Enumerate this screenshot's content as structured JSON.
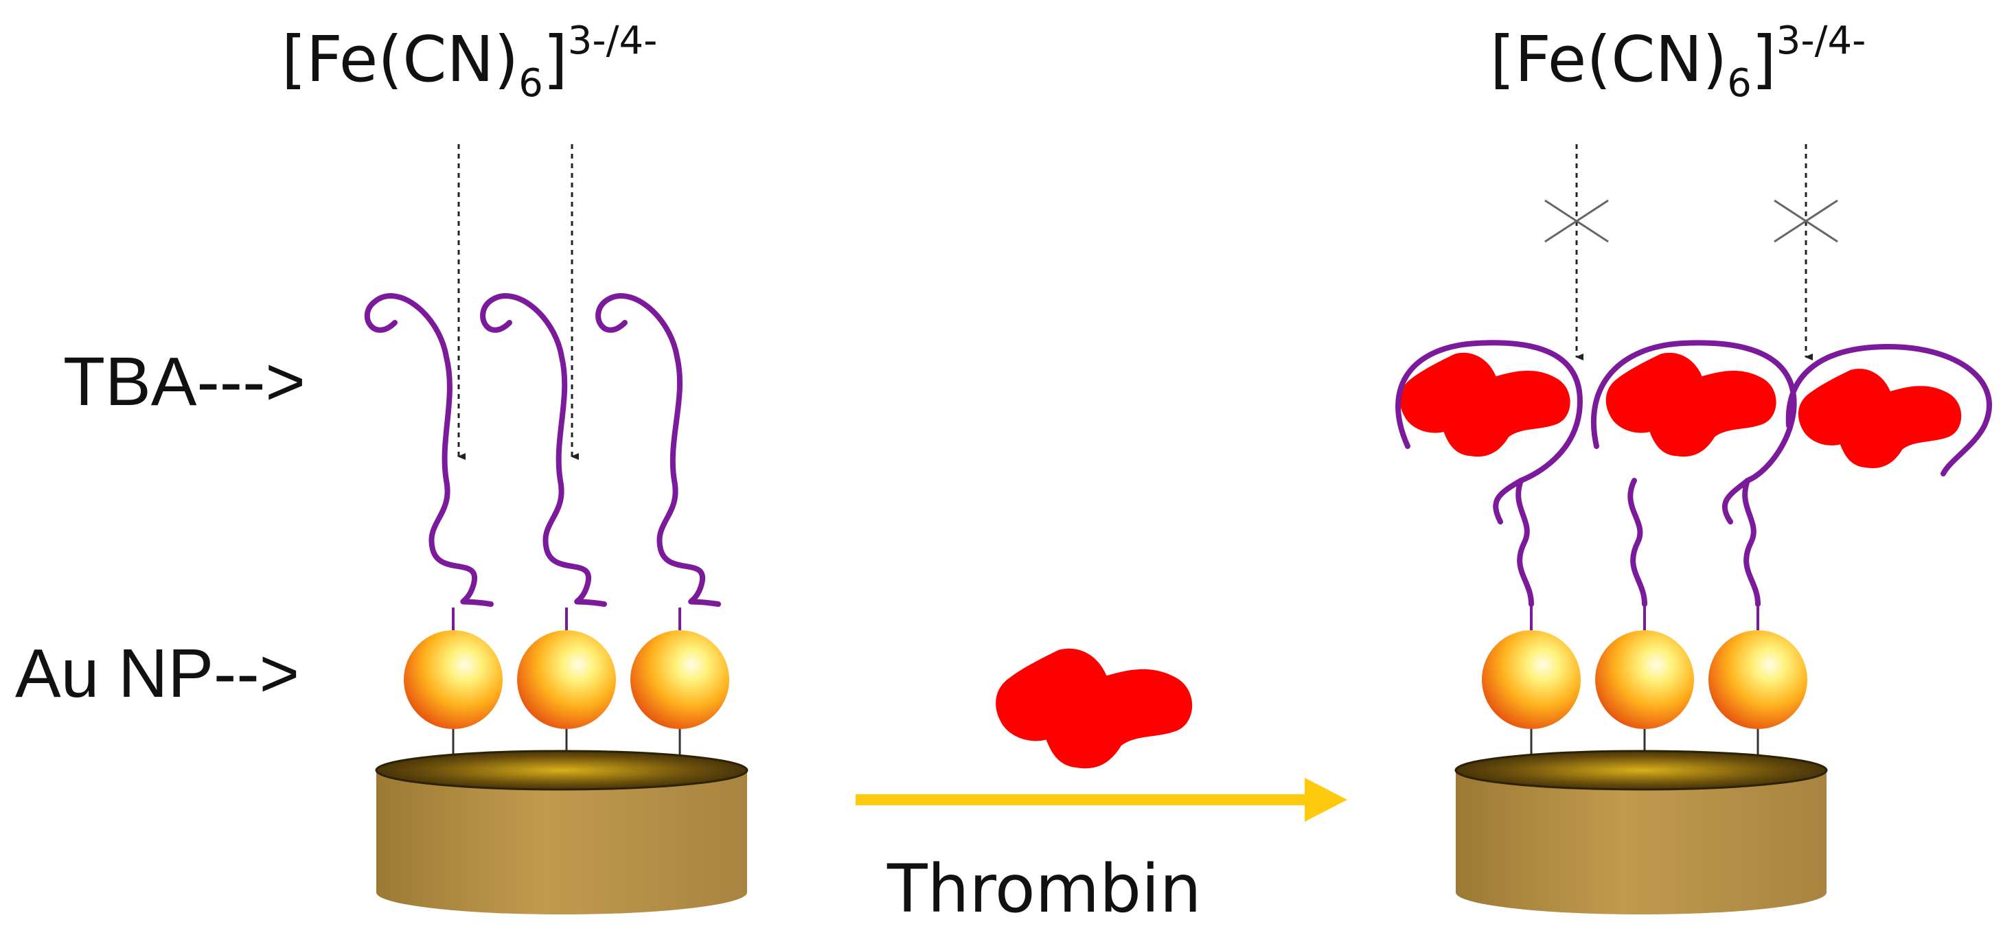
{
  "labels": {
    "ion_base": "[Fe(CN)",
    "ion_sub": "6",
    "ion_close": "]",
    "ion_sup": "3-/4-",
    "tba": "TBA--->",
    "au_np": "Au NP-->",
    "thrombin": "Thrombin"
  },
  "colors": {
    "strand": "#7B1A9A",
    "thrombin": "#FF0000",
    "arrow": "#FFC90E",
    "electrode_side": "#B08A3E",
    "electrode_top": "#3A2A08",
    "nanoparticle_center": "#FFF6A8",
    "nanoparticle_edge": "#E2420C",
    "dotted_arrow": "#222222",
    "cross": "#666666"
  },
  "icons": {
    "electrode": "gold-electrode-disc",
    "nanoparticle": "gold-nanoparticle-sphere",
    "aptamer": "aptamer-strand",
    "protein": "thrombin-blob",
    "blocked": "cross-mark"
  }
}
